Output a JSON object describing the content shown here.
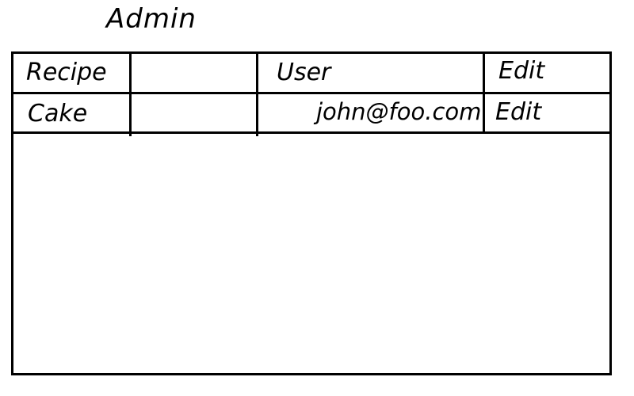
{
  "page": {
    "title": "Admin"
  },
  "table": {
    "header": {
      "col1": "Recipe",
      "col3": "User",
      "col4": "Edit"
    },
    "rows": [
      {
        "recipe": "Cake",
        "user_email": "john@foo.com",
        "action": "Edit"
      }
    ]
  }
}
